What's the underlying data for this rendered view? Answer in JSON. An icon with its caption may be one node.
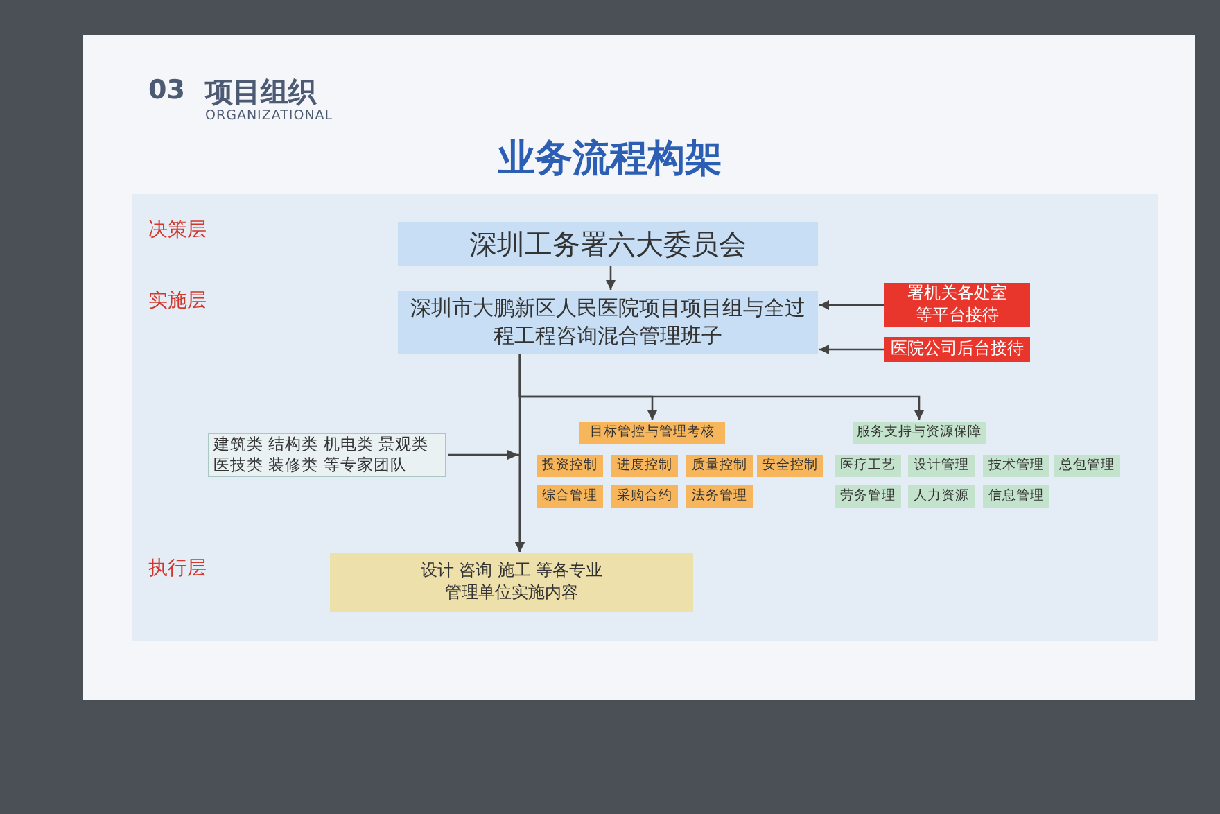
{
  "diagram": {
    "title": "业务流程构架",
    "nodes": [
      {
        "text": [
          "深圳工务署六大委员会"
        ]
      },
      {
        "text": [
          "深圳市大鹏新区人民医院项目项目组与全过程工程咨询混合管理班子"
        ]
      },
      {
        "text": [
          "署机关各处室等平台接待"
        ]
      },
      {
        "text": [
          "医院公司后台接待"
        ]
      },
      {
        "text": [
          "建筑类 结构类 机电类 景观类医技类 装修类 等专家团队"
        ]
      },
      {
        "text": [
          "目标管控与管理考核"
        ]
      },
      {
        "text": [
          "投资控制"
        ]
      },
      {
        "text": [
          "进度控制"
        ]
      },
      {
        "text": [
          "质量控制"
        ]
      },
      {
        "text": [
          "安全控制"
        ]
      },
      {
        "text": [
          "综合管理"
        ]
      },
      {
        "text": [
          "采购合约"
        ]
      },
      {
        "text": [
          "法务管理"
        ]
      },
      {
        "text": [
          "服务支持与资源保障"
        ]
      },
      {
        "text": [
          "医疗工艺"
        ]
      },
      {
        "text": [
          "设计管理"
        ]
      },
      {
        "text": [
          "技术管理"
        ]
      },
      {
        "text": [
          "总包管理"
        ]
      },
      {
        "text": [
          "劳务管理"
        ]
      },
      {
        "text": [
          "人力资源"
        ]
      },
      {
        "text": [
          "信息管理"
        ]
      },
      {
        "text": [
          "设计 咨询 施工 等各专业管理单位实施内容"
        ]
      }
    ],
    "edges": [
      {
        "from": 0,
        "to": 1,
        "arrow": "to"
      },
      {
        "from": 2,
        "to": 1,
        "arrow": "to"
      },
      {
        "from": 3,
        "to": 1,
        "arrow": "to"
      },
      {
        "from": 1,
        "to": 5,
        "arrow": "to"
      },
      {
        "from": 1,
        "to": 13,
        "arrow": "to"
      },
      {
        "from": 1,
        "to": 21,
        "arrow": "to"
      },
      {
        "from": 4,
        "to": 21,
        "arrow": "to"
      }
    ],
    "labels": [
      "03",
      "项目组织",
      "ORGANIZATIONAL",
      "决策层",
      "实施层",
      "执行层"
    ]
  }
}
